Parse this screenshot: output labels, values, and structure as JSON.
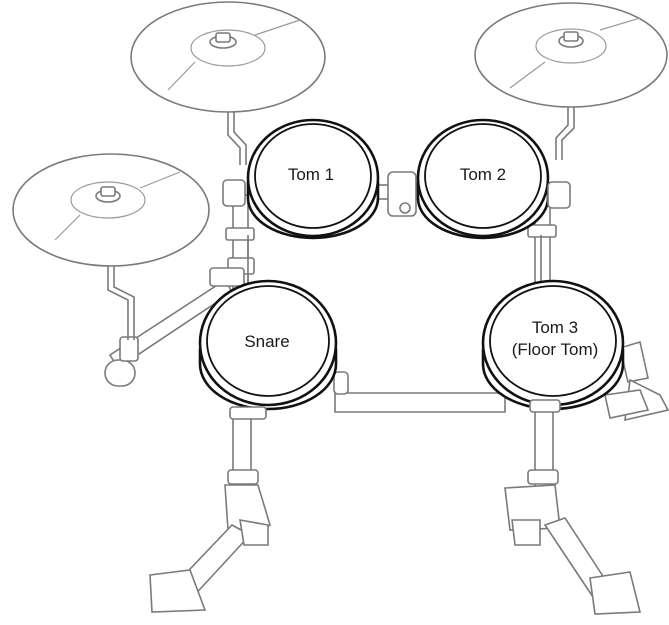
{
  "pads": {
    "tom1": "Tom 1",
    "tom2": "Tom 2",
    "snare": "Snare",
    "tom3_line1": "Tom 3",
    "tom3_line2": "(Floor Tom)"
  }
}
